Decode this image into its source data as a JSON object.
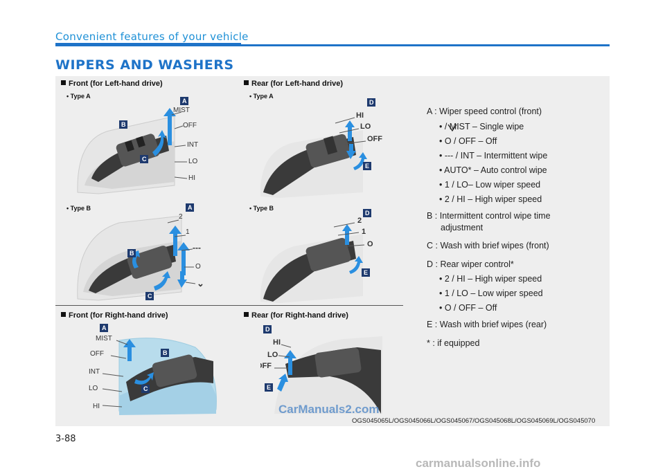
{
  "header": {
    "section": "Convenient features of your vehicle",
    "title": "WIPERS AND WASHERS"
  },
  "figures": {
    "front_lhd": {
      "heading": "Front (for Left-hand drive)",
      "type_a": "• Type A",
      "type_b": "• Type B",
      "a_labels": [
        "MIST",
        "OFF",
        "INT",
        "LO",
        "HI"
      ],
      "b_labels": [
        "2",
        "1",
        "---",
        "O",
        "⌄"
      ]
    },
    "rear_lhd": {
      "heading": "Rear (for Left-hand drive)",
      "type_a": "• Type A",
      "type_b": "• Type B",
      "a_labels": [
        "HI",
        "LO",
        "OFF"
      ],
      "b_labels": [
        "2",
        "1",
        "O"
      ]
    },
    "front_rhd": {
      "heading": "Front (for Right-hand drive)",
      "labels": [
        "MIST",
        "OFF",
        "INT",
        "LO",
        "HI"
      ]
    },
    "rear_rhd": {
      "heading": "Rear (for Right-hand drive)",
      "labels": [
        "HI",
        "LO",
        "OFF"
      ]
    },
    "badges": {
      "a": "A",
      "b": "B",
      "c": "C",
      "d": "D",
      "e": "E"
    }
  },
  "legend": {
    "a_title": "A : Wiper speed control (front)",
    "a_items": [
      "•       / MIST – Single wipe",
      "• O / OFF – Off",
      "• --- / INT – Intermittent wipe",
      "• AUTO* – Auto control wipe",
      "• 1 / LO– Low wiper speed",
      "• 2 / HI – High wiper speed"
    ],
    "b_title": "B : Intermittent control wipe time",
    "b_title_cont": "adjustment",
    "c_title": "C : Wash with brief wipes (front)",
    "d_title": "D : Rear wiper control*",
    "d_items": [
      "• 2 / HI – High wiper speed",
      "• 1 / LO – Low wiper speed",
      "• O / OFF – Off"
    ],
    "e_title": "E : Wash with brief wipes (rear)",
    "footnote": "* : if equipped"
  },
  "image_code": "OGS045065L/OGS045066L/OGS045067/OGS045068L/OGS045069L/OGS045070",
  "page_number": "3-88",
  "watermarks": {
    "overlay": "CarManuals2.com",
    "footer": "carmanualsonline.info"
  },
  "colors": {
    "accent": "#1e73c8",
    "badge": "#1e3a6e",
    "arrow": "#2a8fe0"
  }
}
